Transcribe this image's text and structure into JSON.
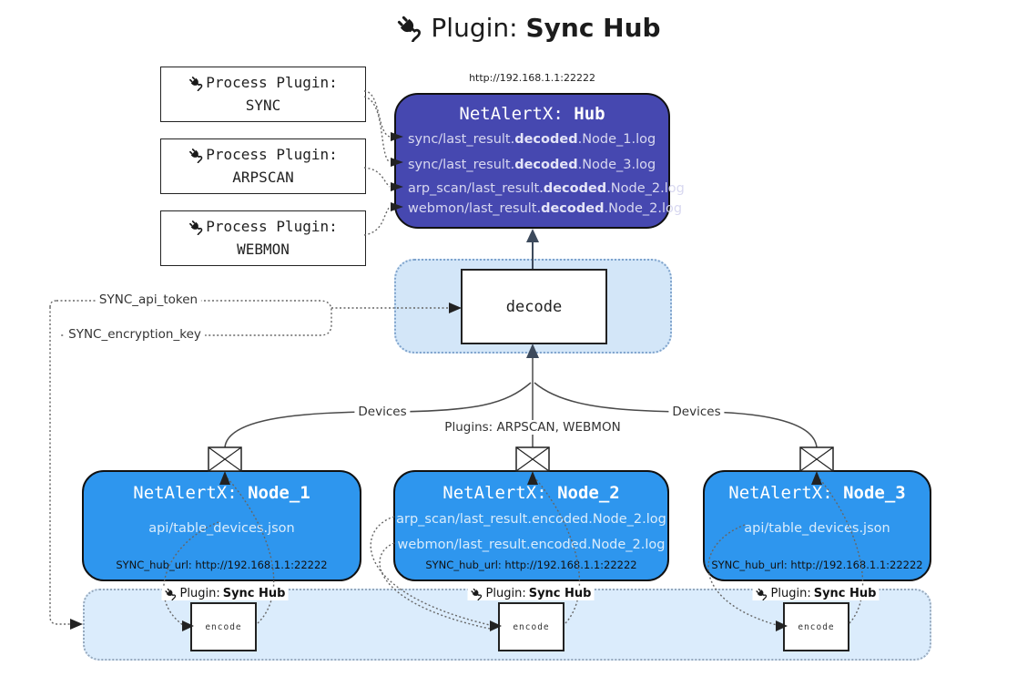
{
  "title": {
    "prefix": "Plugin: ",
    "name": "Sync Hub"
  },
  "process_plugins": [
    {
      "label": "Process Plugin:",
      "name": "SYNC"
    },
    {
      "label": "Process Plugin:",
      "name": "ARPSCAN"
    },
    {
      "label": "Process Plugin:",
      "name": "WEBMON"
    }
  ],
  "hub": {
    "url": "http://192.168.1.1:22222",
    "title_prefix": "NetAlertX: ",
    "title_name": "Hub",
    "files": [
      {
        "pre": "sync/last_result.",
        "bold": "decoded",
        "post": ".Node_1.log"
      },
      {
        "pre": "sync/last_result.",
        "bold": "decoded",
        "post": ".Node_3.log"
      },
      {
        "pre": "arp_scan/last_result.",
        "bold": "decoded",
        "post": ".Node_2.log"
      },
      {
        "pre": "webmon/last_result.",
        "bold": "decoded",
        "post": ".Node_2.log"
      }
    ]
  },
  "decode": {
    "label": "decode"
  },
  "settings": {
    "api_token": "SYNC_api_token",
    "encryption_key": "SYNC_encryption_key"
  },
  "edge_labels": {
    "left": "Devices",
    "middle": "Plugins: ARPSCAN, WEBMON",
    "right": "Devices"
  },
  "nodes": [
    {
      "title_prefix": "NetAlertX: ",
      "title_name": "Node_1",
      "files": [
        "api/table_devices.json"
      ],
      "hub_url": "SYNC_hub_url: http://192.168.1.1:22222"
    },
    {
      "title_prefix": "NetAlertX: ",
      "title_name": "Node_2",
      "files": [
        "arp_scan/last_result.encoded.Node_2.log",
        "webmon/last_result.encoded.Node_2.log"
      ],
      "hub_url": "SYNC_hub_url: http://192.168.1.1:22222"
    },
    {
      "title_prefix": "NetAlertX: ",
      "title_name": "Node_3",
      "files": [
        "api/table_devices.json"
      ],
      "hub_url": "SYNC_hub_url: http://192.168.1.1:22222"
    }
  ],
  "encoders": [
    {
      "plugin_prefix": "Plugin: ",
      "plugin_name": "Sync Hub",
      "label": "encode"
    },
    {
      "plugin_prefix": "Plugin: ",
      "plugin_name": "Sync Hub",
      "label": "encode"
    },
    {
      "plugin_prefix": "Plugin: ",
      "plugin_name": "Sync Hub",
      "label": "encode"
    }
  ],
  "icons": {
    "title": "plug-icon",
    "message": "envelope-icon"
  },
  "colors": {
    "hub_fill": "#4648b0",
    "node_fill": "#2e96ee",
    "band_fill": "#dbecfc",
    "decode_container_fill": "#d3e6f8",
    "container_border": "#7fa3cc"
  }
}
